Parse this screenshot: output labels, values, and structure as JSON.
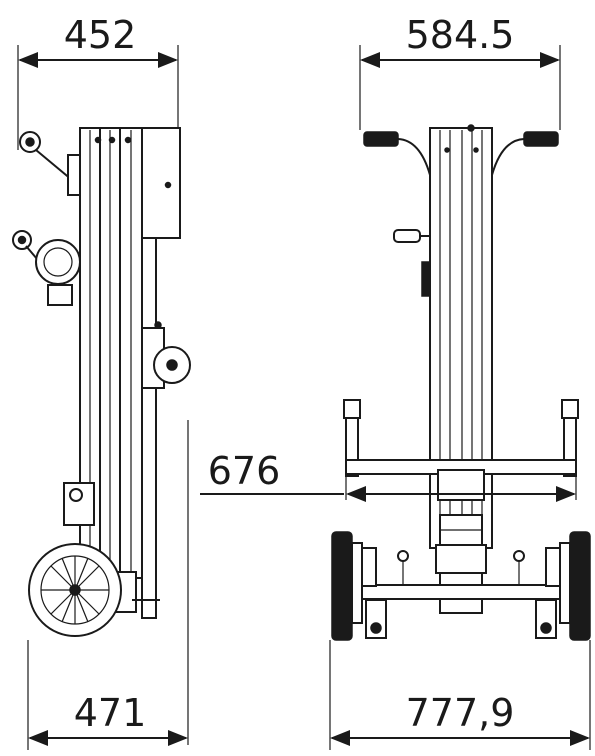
{
  "dimensions": {
    "side_top_width": "452",
    "front_top_width": "584.5",
    "front_leg_span": "676",
    "side_base_depth": "471",
    "front_base_width": "777,9"
  },
  "views": [
    "side-view",
    "front-view"
  ]
}
